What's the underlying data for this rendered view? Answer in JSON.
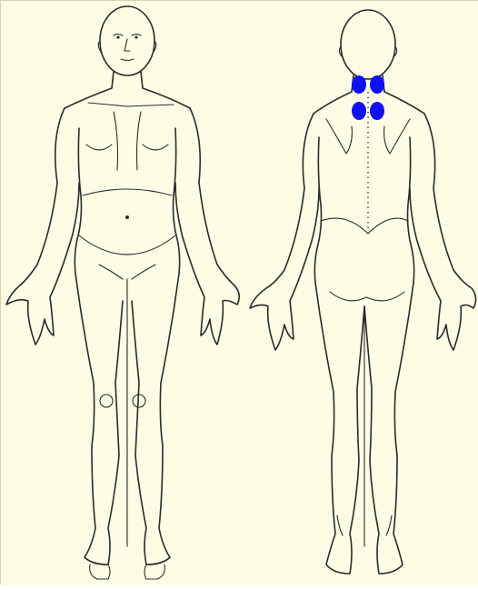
{
  "colors": {
    "background": "#fdfde6",
    "outline": "#2b2b2b",
    "marker": "#1010f5"
  },
  "figures": [
    {
      "view": "front"
    },
    {
      "view": "back"
    }
  ],
  "markers": {
    "view": "back",
    "region": "neck",
    "count": 4
  }
}
